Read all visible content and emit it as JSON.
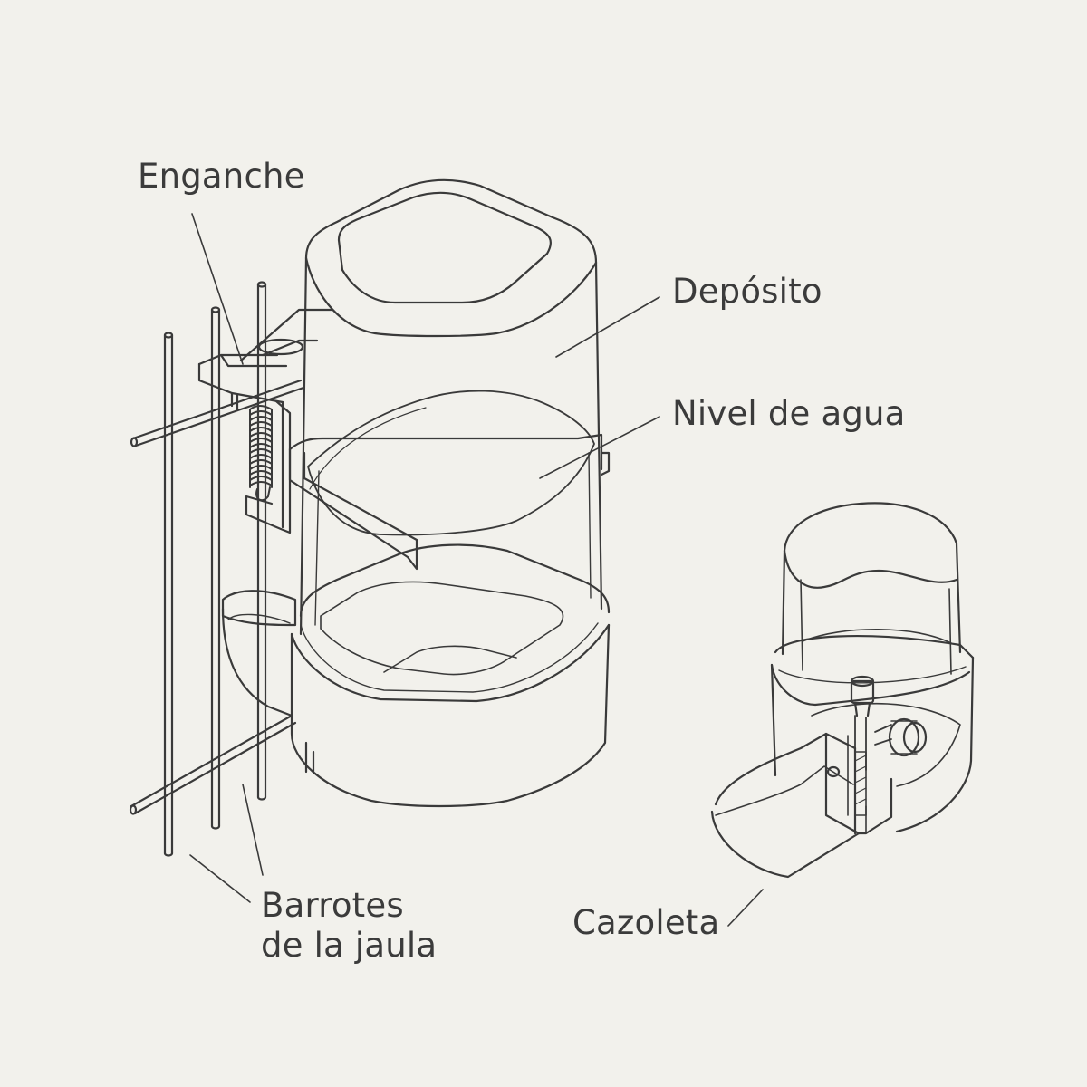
{
  "colors": {
    "background": "#f2f1ec",
    "line": "#3a3a3a",
    "text": "#3b3b3b"
  },
  "labels": {
    "enganche": "Enganche",
    "deposito": "Depósito",
    "nivel_agua": "Nivel de agua",
    "barrotes_line1": "Barrotes",
    "barrotes_line2": "de la jaula",
    "cazoleta": "Cazoleta"
  }
}
